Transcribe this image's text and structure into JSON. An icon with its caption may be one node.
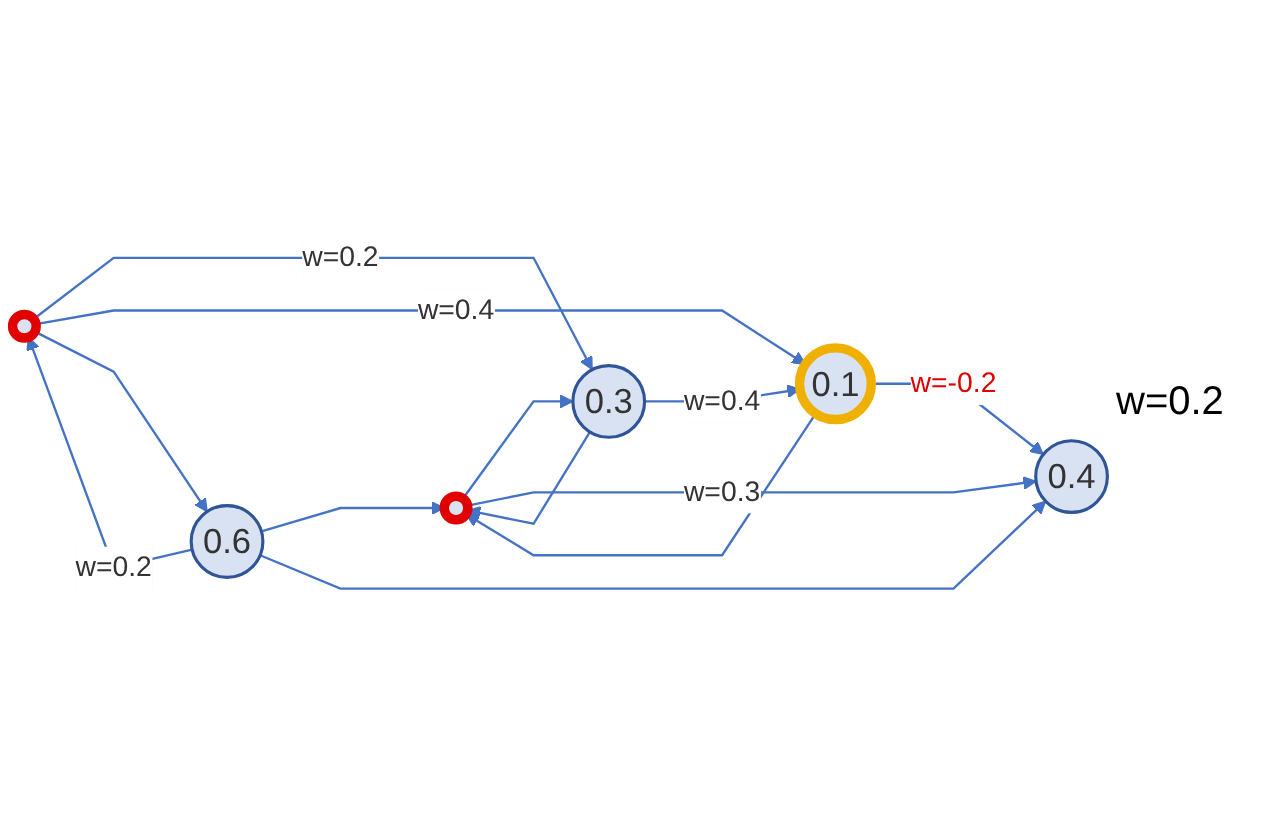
{
  "diagram": {
    "nodes": [
      {
        "text": [],
        "shape": "circle"
      },
      {
        "text": [
          "0.3"
        ]
      },
      {
        "text": [
          "0.1"
        ]
      },
      {
        "text": [
          "0.4"
        ]
      },
      {
        "text": [],
        "shape": "circle"
      },
      {
        "text": [
          "0.6"
        ]
      }
    ],
    "edges": [
      {
        "from": 0,
        "to": 1,
        "arrow": "to"
      },
      {
        "from": 1,
        "to": 0,
        "arrow": "to"
      },
      {
        "from": 1,
        "to": 2,
        "arrow": "to",
        "label": "w=0.4"
      },
      {
        "from": 2,
        "to": 0,
        "arrow": "to"
      },
      {
        "from": 0,
        "to": 3,
        "arrow": "to",
        "label": "w=0.3"
      },
      {
        "from": 2,
        "to": 3,
        "arrow": "to",
        "label": "w=-0.2"
      },
      {
        "from": 4,
        "to": 1,
        "arrow": "to",
        "label": "w=0.2"
      },
      {
        "from": 4,
        "to": 2,
        "arrow": "to",
        "label": "w=0.4"
      },
      {
        "from": 5,
        "to": 4,
        "arrow": "to",
        "label": "w=0.2"
      },
      {
        "from": 4,
        "to": 5,
        "arrow": "to"
      },
      {
        "from": 5,
        "to": 0,
        "arrow": "to"
      },
      {
        "from": 5,
        "to": 3,
        "arrow": "to"
      }
    ],
    "labels": [
      "w=0.2"
    ]
  }
}
